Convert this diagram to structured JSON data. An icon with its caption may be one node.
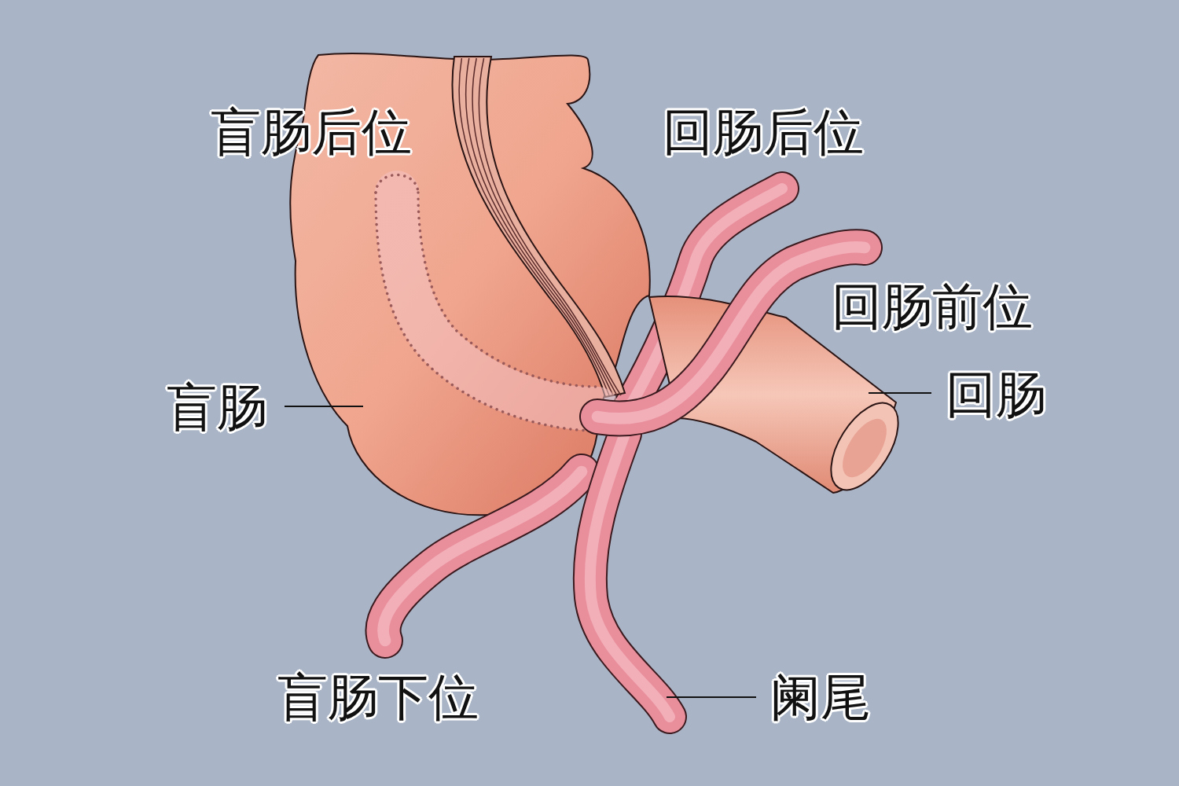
{
  "diagram": {
    "nodes": [
      {
        "text": [
          "盲肠"
        ]
      },
      {
        "text": [],
        "shape": "picture"
      },
      {
        "text": [
          "回肠"
        ]
      },
      {
        "text": [],
        "shape": "picture"
      },
      {
        "text": [
          "阑尾"
        ]
      },
      {
        "text": [],
        "shape": "picture"
      }
    ],
    "edges": [
      {
        "from": 0,
        "to": 1,
        "arrow": "none"
      },
      {
        "from": 2,
        "to": 3,
        "arrow": "none"
      },
      {
        "from": 4,
        "to": 5,
        "arrow": "none"
      }
    ],
    "labels": [
      "盲肠后位",
      "回肠后位",
      "回肠前位",
      "盲肠下位"
    ]
  }
}
